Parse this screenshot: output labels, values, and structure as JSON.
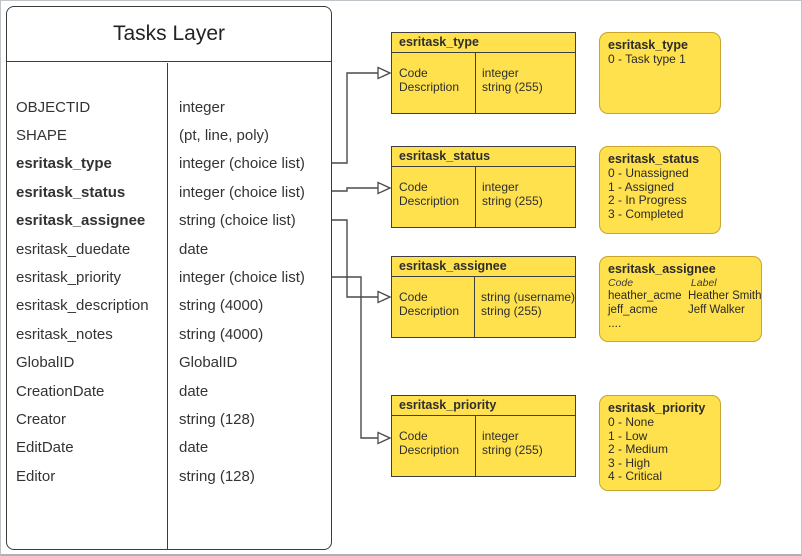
{
  "colors": {
    "yellow": "#FFE14D",
    "yellow-border": "#C9A42E",
    "line": "#3C3C3C"
  },
  "layer": {
    "title": "Tasks Layer",
    "fields": [
      {
        "name": "OBJECTID",
        "type": "integer",
        "bold": false
      },
      {
        "name": "SHAPE",
        "type": "(pt, line, poly)",
        "bold": false
      },
      {
        "name": "esritask_type",
        "type": "integer (choice list)",
        "bold": true
      },
      {
        "name": "esritask_status",
        "type": "integer (choice list)",
        "bold": true
      },
      {
        "name": "esritask_assignee",
        "type": "string (choice list)",
        "bold": true
      },
      {
        "name": "esritask_duedate",
        "type": "date",
        "bold": false
      },
      {
        "name": "esritask_priority",
        "type": "integer (choice list)",
        "bold": false
      },
      {
        "name": "esritask_description",
        "type": "string (4000)",
        "bold": false
      },
      {
        "name": "esritask_notes",
        "type": "string (4000)",
        "bold": false
      },
      {
        "name": "GlobalID",
        "type": "GlobalID",
        "bold": false
      },
      {
        "name": "CreationDate",
        "type": "date",
        "bold": false
      },
      {
        "name": "Creator",
        "type": "string (128)",
        "bold": false
      },
      {
        "name": "EditDate",
        "type": "date",
        "bold": false
      },
      {
        "name": "Editor",
        "type": "string (128)",
        "bold": false
      }
    ]
  },
  "connected_fields": [
    "esritask_type",
    "esritask_status",
    "esritask_assignee",
    "esritask_priority"
  ],
  "spec_tables": [
    {
      "title": "esritask_type",
      "rows": [
        {
          "key": "Code",
          "value": "integer"
        },
        {
          "key": "Description",
          "value": "string (255)"
        }
      ]
    },
    {
      "title": "esritask_status",
      "rows": [
        {
          "key": "Code",
          "value": "integer"
        },
        {
          "key": "Description",
          "value": "string (255)"
        }
      ]
    },
    {
      "title": "esritask_assignee",
      "rows": [
        {
          "key": "Code",
          "value": "string (username)"
        },
        {
          "key": "Description",
          "value": "string (255)"
        }
      ]
    },
    {
      "title": "esritask_priority",
      "rows": [
        {
          "key": "Code",
          "value": "integer"
        },
        {
          "key": "Description",
          "value": "string (255)"
        }
      ]
    }
  ],
  "domain_notes": {
    "type": {
      "title": "esritask_type",
      "lines": [
        "0 - Task type 1"
      ]
    },
    "status": {
      "title": "esritask_status",
      "lines": [
        "0 - Unassigned",
        "1 - Assigned",
        "2 - In Progress",
        "3 - Completed"
      ]
    },
    "assignee": {
      "title": "esritask_assignee",
      "col_headers": [
        "Code",
        "Label"
      ],
      "rows": [
        [
          "heather_acme",
          "Heather Smith"
        ],
        [
          "jeff_acme",
          "Jeff Walker"
        ]
      ],
      "ellipsis": "...."
    },
    "priority": {
      "title": "esritask_priority",
      "lines": [
        "0 - None",
        "1 - Low",
        "2 - Medium",
        "3 - High",
        "4 - Critical"
      ]
    }
  }
}
